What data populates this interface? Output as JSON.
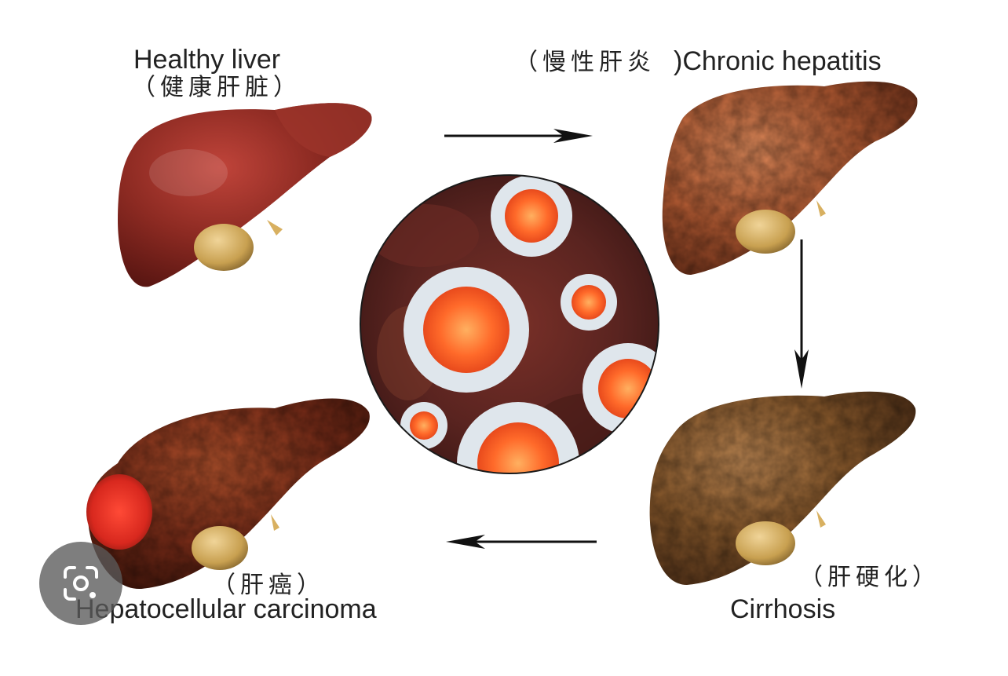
{
  "labels": {
    "healthy_en": "Healthy liver",
    "healthy_cn": "（健康肝脏）",
    "chronic_cn": "（慢性肝炎",
    "chronic_en": ")Chronic hepatitis",
    "cirrhosis_cn": "（肝硬化）",
    "cirrhosis_en": "Cirrhosis",
    "hcc_cn": "（肝癌）",
    "hcc_en": "Hepatocellular carcinoma"
  },
  "icons": {
    "lens": "google-lens-icon",
    "arrow": "arrow-icon"
  },
  "colors": {
    "healthy": "#8c2a22",
    "chronic": "#b35a32",
    "cirrhosis": "#8a5a2c",
    "hcc": "#7a2c18",
    "tumor": "#d8281e",
    "gallbladder": "#d8b060",
    "virus_core": "#ff6a2a",
    "virus_shell": "#dfe6ec",
    "background_tissue": "#5a2420"
  }
}
